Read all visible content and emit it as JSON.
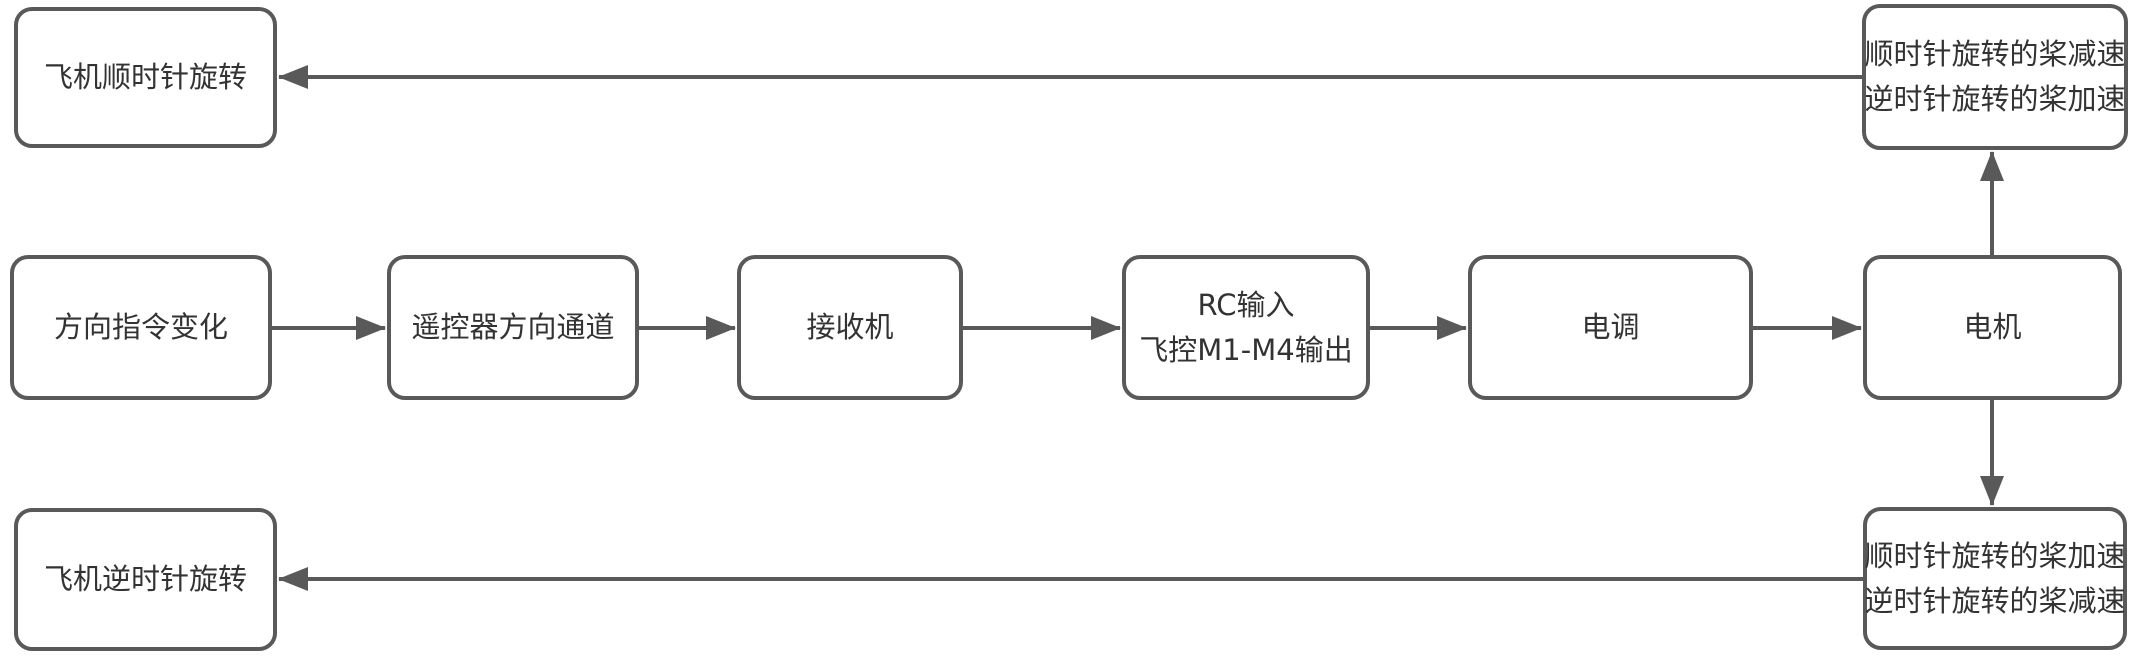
{
  "diagram": {
    "colors": {
      "stroke": "#595959",
      "text": "#333333",
      "background": "#ffffff"
    },
    "nodes": {
      "plane_cw": {
        "label": "飞机顺时针旋转"
      },
      "props_top": {
        "line1": "顺时针旋转的桨减速",
        "line2": "逆时针旋转的桨加速"
      },
      "direction": {
        "label": "方向指令变化"
      },
      "rc_channel": {
        "label": "遥控器方向通道"
      },
      "receiver": {
        "label": "接收机"
      },
      "fc": {
        "line1": "RC输入",
        "line2": "飞控M1-M4输出"
      },
      "esc": {
        "label": "电调"
      },
      "motor": {
        "label": "电机"
      },
      "plane_ccw": {
        "label": "飞机逆时针旋转"
      },
      "props_bottom": {
        "line1": "顺时针旋转的桨加速",
        "line2": "逆时针旋转的桨减速"
      }
    },
    "edges": [
      {
        "from": "direction",
        "to": "rc_channel"
      },
      {
        "from": "rc_channel",
        "to": "receiver"
      },
      {
        "from": "receiver",
        "to": "fc"
      },
      {
        "from": "fc",
        "to": "esc"
      },
      {
        "from": "esc",
        "to": "motor"
      },
      {
        "from": "motor",
        "to": "props_top"
      },
      {
        "from": "motor",
        "to": "props_bottom"
      },
      {
        "from": "props_top",
        "to": "plane_cw"
      },
      {
        "from": "props_bottom",
        "to": "plane_ccw"
      }
    ]
  }
}
